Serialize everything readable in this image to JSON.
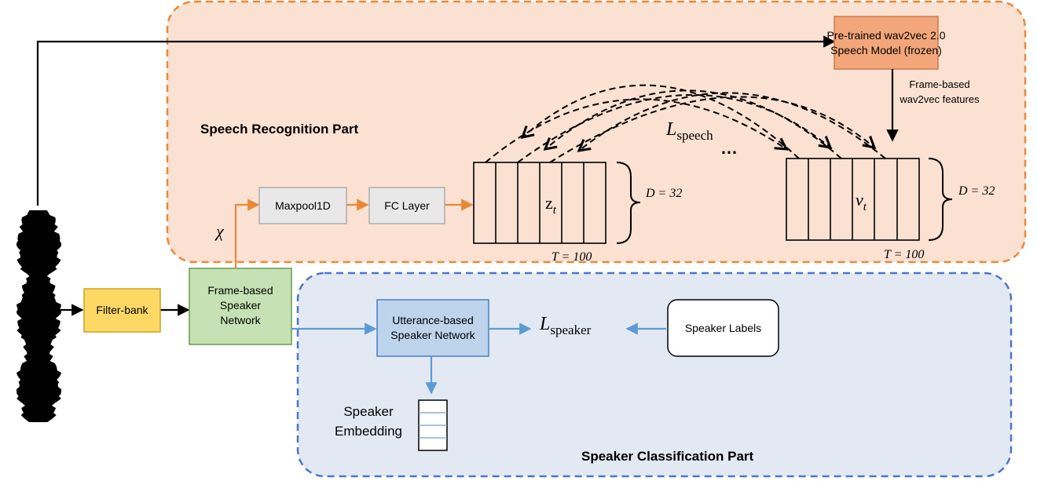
{
  "regions": {
    "speech": {
      "title": "Speech Recognition Part",
      "fill": "#fbe1d2",
      "border": "#e8893a"
    },
    "speaker": {
      "title": "Speaker Classification Part",
      "fill": "#e3e9f3",
      "border": "#4a78c8"
    }
  },
  "blocks": {
    "filter_bank": {
      "label": "Filter-bank",
      "fill": "#fdd865",
      "border": "#c9a227"
    },
    "frame_speaker": {
      "line1": "Frame-based",
      "line2": "Speaker",
      "line3": "Network",
      "fill": "#c6e2b4",
      "border": "#6a9a4f"
    },
    "wav2vec": {
      "line1": "Pre-trained wav2vec 2.0",
      "line2": "Speech Model (frozen)",
      "fill": "#f2a679",
      "border": "#c97a4a"
    },
    "maxpool": {
      "label": "Maxpool1D",
      "fill": "#e8e8e8",
      "border": "#a0a0a0"
    },
    "fc": {
      "label": "FC Layer",
      "fill": "#e8e8e8",
      "border": "#a0a0a0"
    },
    "utterance": {
      "line1": "Utterance-based",
      "line2": "Speaker Network",
      "fill": "#bdd4ec",
      "border": "#4a82c0"
    },
    "speaker_labels": {
      "label": "Speaker Labels"
    }
  },
  "labels": {
    "wav2vec_features_line1": "Frame-based",
    "wav2vec_features_line2": "wav2vec features",
    "chi": "χ",
    "l_speech_main": "L",
    "l_speech_sub": "speech",
    "ellipsis": "…",
    "zt_main": "z",
    "zt_sub": "t",
    "vt_main": "v",
    "vt_sub": "t",
    "d_left": "D = 32",
    "d_right": "D = 32",
    "t_left": "T = 100",
    "t_right": "T = 100",
    "l_speaker_main": "L",
    "l_speaker_sub": "speaker",
    "embedding_line1": "Speaker",
    "embedding_line2": "Embedding"
  },
  "colors": {
    "orange_arrow": "#e8893a",
    "blue_arrow": "#5b9bd5",
    "black": "#000000"
  }
}
